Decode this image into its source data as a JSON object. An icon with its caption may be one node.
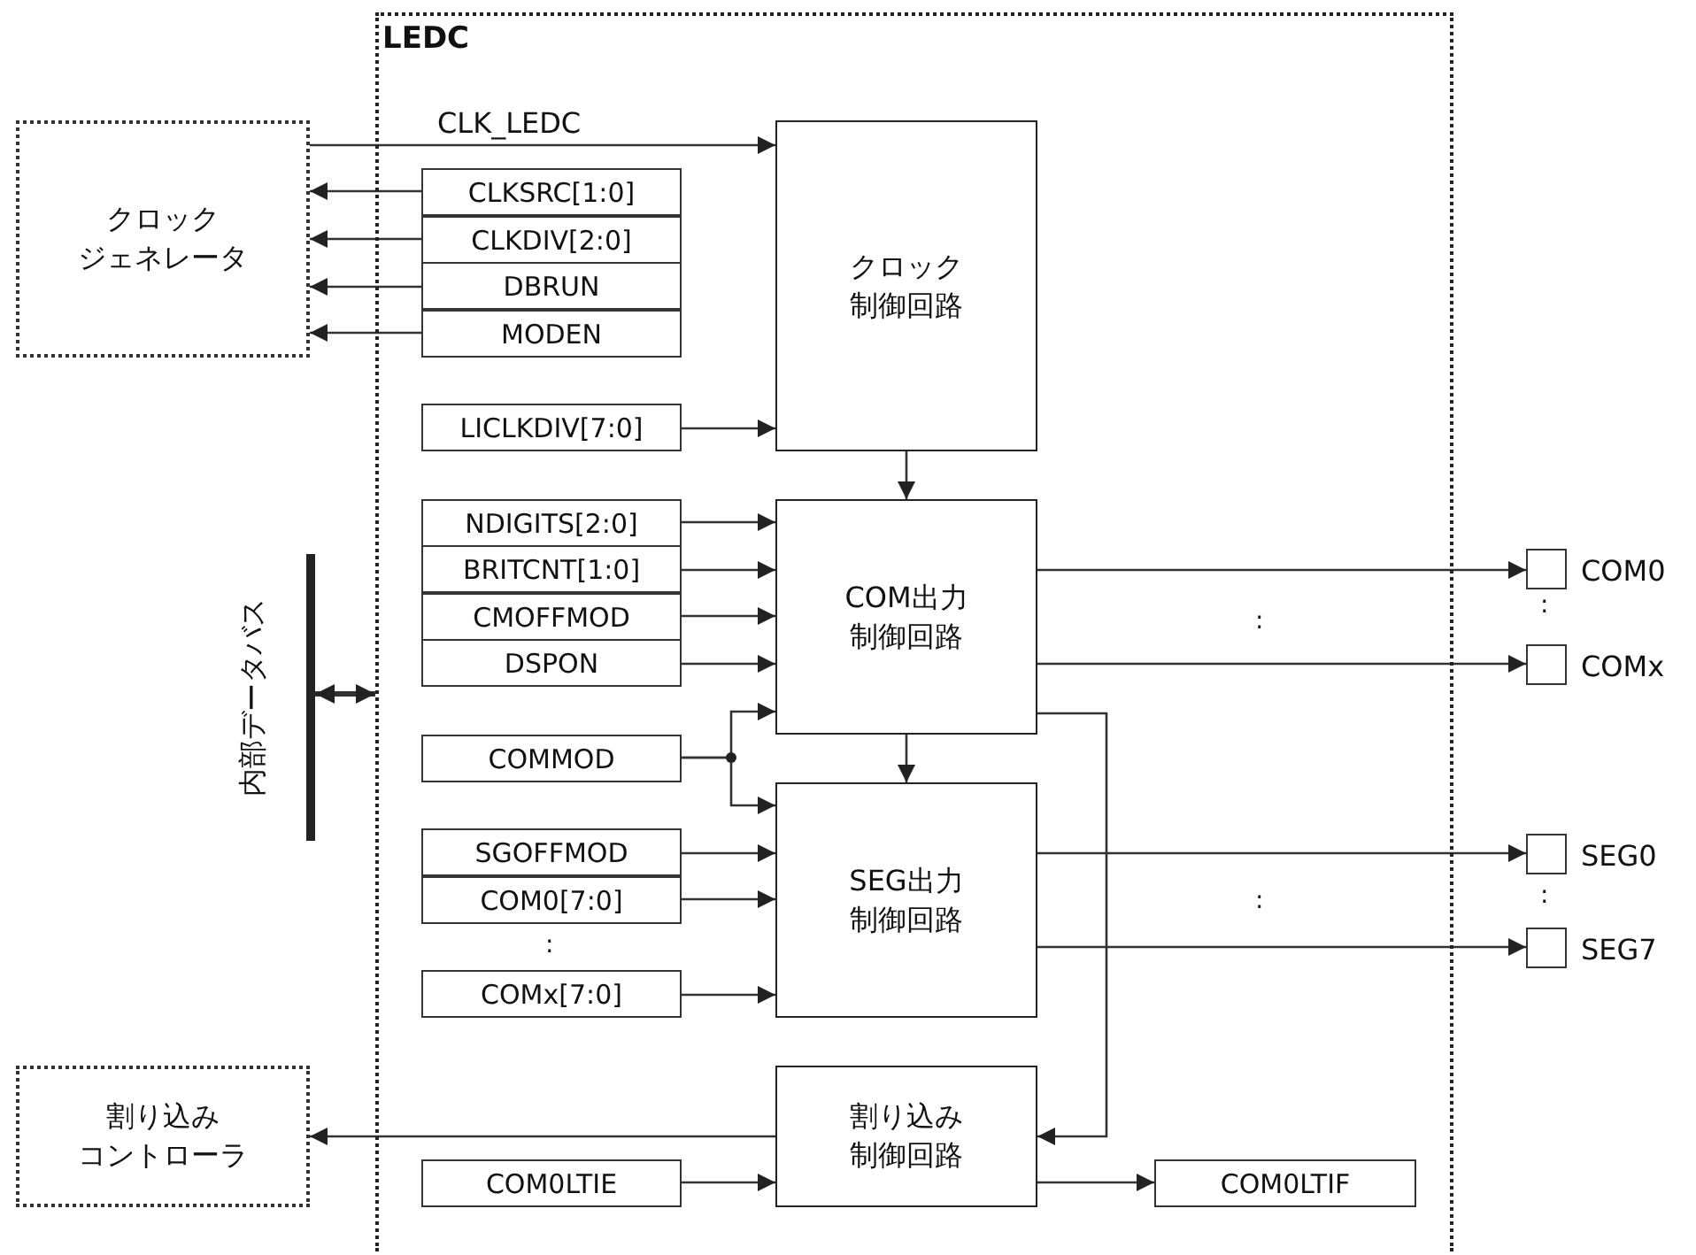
{
  "diagram": {
    "nodes": [
      {
        "text": [
          "LEDC"
        ]
      },
      {
        "text": [
          "クロックジェネレータ"
        ]
      },
      {
        "text": [
          "CLKSRC[1:0]"
        ],
        "in": 0
      },
      {
        "text": [
          "CLKDIV[2:0]"
        ],
        "in": 0
      },
      {
        "text": [
          "DBRUN"
        ],
        "in": 0
      },
      {
        "text": [
          "MODEN"
        ],
        "in": 0
      },
      {
        "text": [
          "クロック制御回路"
        ],
        "in": 0
      },
      {
        "text": [
          "LICLKDIV[7:0]"
        ],
        "in": 0
      },
      {
        "text": [
          "NDIGITS[2:0]"
        ],
        "in": 0
      },
      {
        "text": [
          "BRITCNT[1:0]"
        ],
        "in": 0
      },
      {
        "text": [
          "CMOFFMOD"
        ],
        "in": 0
      },
      {
        "text": [
          "DSPON"
        ],
        "in": 0
      },
      {
        "text": [
          "COM出力制御回路"
        ],
        "in": 0
      },
      {
        "text": [
          "COMMOD"
        ],
        "in": 0
      },
      {
        "text": [
          "SGOFFMOD"
        ],
        "in": 0
      },
      {
        "text": [
          "COM0[7:0]"
        ],
        "in": 0
      },
      {
        "text": [
          "COMx[7:0]"
        ],
        "in": 0
      },
      {
        "text": [
          "SEG出力制御回路"
        ],
        "in": 0
      },
      {
        "text": [
          "割り込みコントローラ"
        ]
      },
      {
        "text": [
          "割り込み制御回路"
        ],
        "in": 0
      },
      {
        "text": [
          "COM0LTIE"
        ],
        "in": 0
      },
      {
        "text": [
          "COM0LTIF"
        ],
        "in": 0
      },
      {
        "text": [],
        "shape": "box",
        "beside": [
          "COM0"
        ]
      },
      {
        "text": [],
        "shape": "box",
        "beside": [
          "COMx"
        ]
      },
      {
        "text": [],
        "shape": "box",
        "beside": [
          "SEG0"
        ]
      },
      {
        "text": [],
        "shape": "box",
        "beside": [
          "SEG7"
        ]
      },
      {
        "text": [
          "内部データバス"
        ]
      }
    ],
    "edges": [
      {
        "from": 1,
        "to": 6,
        "arrow": "to",
        "label": "CLK_LEDC"
      },
      {
        "from": 2,
        "to": 1,
        "arrow": "to"
      },
      {
        "from": 3,
        "to": 1,
        "arrow": "to"
      },
      {
        "from": 4,
        "to": 1,
        "arrow": "to"
      },
      {
        "from": 5,
        "to": 1,
        "arrow": "to"
      },
      {
        "from": 7,
        "to": 6,
        "arrow": "to"
      },
      {
        "from": 6,
        "to": 12,
        "arrow": "to"
      },
      {
        "from": 8,
        "to": 12,
        "arrow": "to"
      },
      {
        "from": 9,
        "to": 12,
        "arrow": "to"
      },
      {
        "from": 10,
        "to": 12,
        "arrow": "to"
      },
      {
        "from": 11,
        "to": 12,
        "arrow": "to"
      },
      {
        "from": 13,
        "to": 12,
        "arrow": "to"
      },
      {
        "from": 13,
        "to": 17,
        "arrow": "to"
      },
      {
        "from": 12,
        "to": 17,
        "arrow": "to"
      },
      {
        "from": 14,
        "to": 17,
        "arrow": "to"
      },
      {
        "from": 15,
        "to": 17,
        "arrow": "to"
      },
      {
        "from": 16,
        "to": 17,
        "arrow": "to"
      },
      {
        "from": 12,
        "to": 22,
        "arrow": "to"
      },
      {
        "from": 12,
        "to": 23,
        "arrow": "to"
      },
      {
        "from": 17,
        "to": 24,
        "arrow": "to"
      },
      {
        "from": 17,
        "to": 25,
        "arrow": "to"
      },
      {
        "from": 12,
        "to": 19,
        "arrow": "to"
      },
      {
        "from": 19,
        "to": 18,
        "arrow": "to"
      },
      {
        "from": 20,
        "to": 19,
        "arrow": "to"
      },
      {
        "from": 19,
        "to": 21,
        "arrow": "to"
      },
      {
        "from": 26,
        "to": 0,
        "arrow": "both",
        "style": "thick"
      }
    ],
    "labels": [
      ":",
      ":",
      ":",
      ":",
      ":"
    ]
  }
}
